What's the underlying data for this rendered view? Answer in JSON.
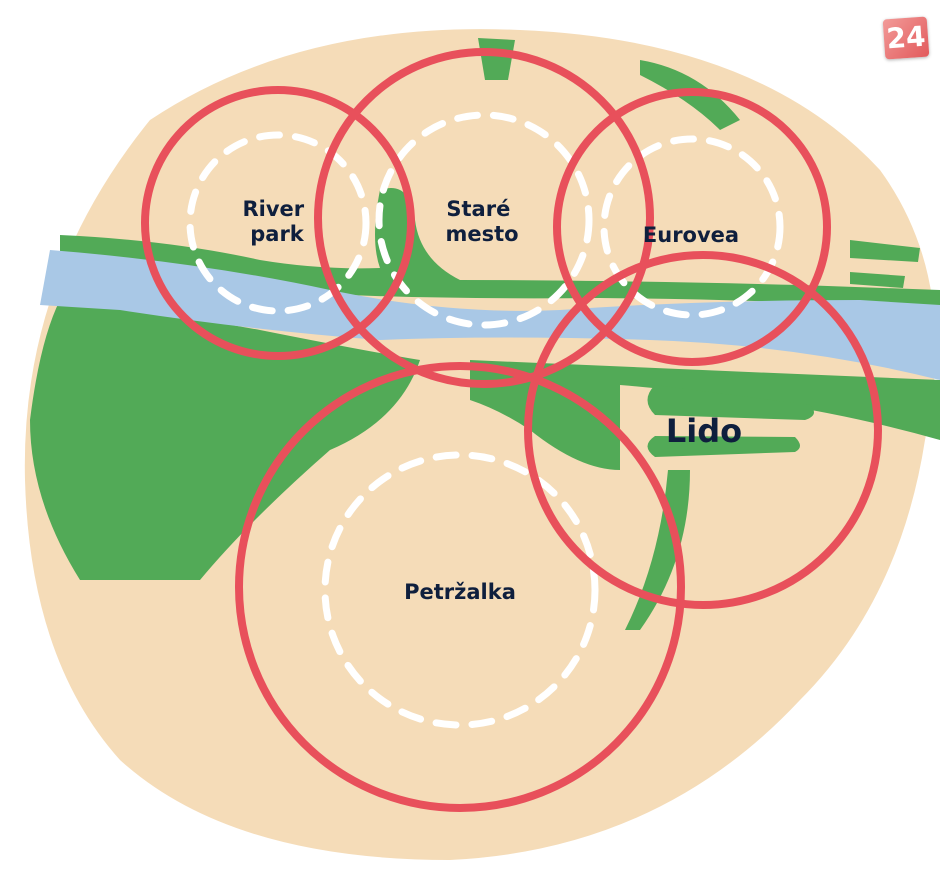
{
  "logo": {
    "text": "24"
  },
  "colors": {
    "land": "#f5dcb8",
    "green": "#52aa57",
    "river": "#a9c8e6",
    "ring": "#e8505b",
    "dash": "#ffffff",
    "text": "#0f1f3d"
  },
  "zones": [
    {
      "id": "river-park",
      "lines": [
        "River",
        "park"
      ]
    },
    {
      "id": "stare-mesto",
      "lines": [
        "Staré",
        "mesto"
      ]
    },
    {
      "id": "eurovea",
      "lines": [
        "Eurovea"
      ]
    },
    {
      "id": "lido",
      "lines": [
        "Lido"
      ]
    },
    {
      "id": "petrzalka",
      "lines": [
        "Petržalka"
      ]
    }
  ]
}
